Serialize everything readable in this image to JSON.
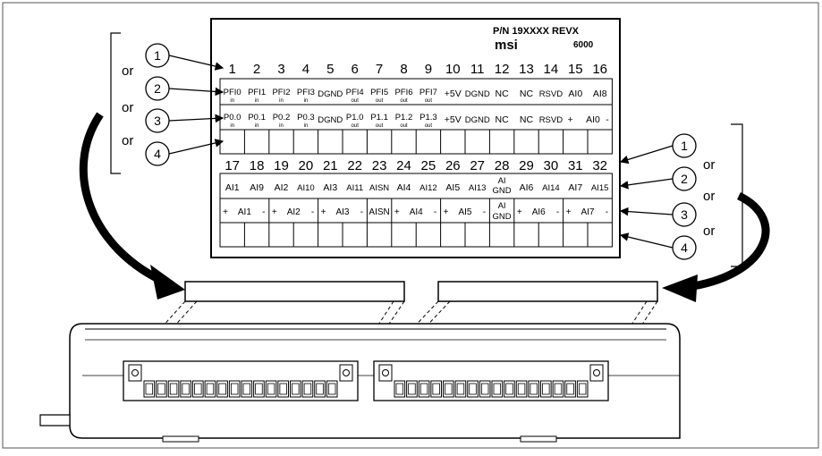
{
  "label": {
    "part_number": "P/N 19XXXX REVX",
    "brand": "msi",
    "model": "6000"
  },
  "left_callouts": [
    "1",
    "2",
    "3",
    "4"
  ],
  "right_callouts": [
    "1",
    "2",
    "3",
    "4"
  ],
  "or_word": "or",
  "top_pins": [
    "1",
    "2",
    "3",
    "4",
    "5",
    "6",
    "7",
    "8",
    "9",
    "10",
    "11",
    "12",
    "13",
    "14",
    "15",
    "16"
  ],
  "top_row2": [
    {
      "t": "PFI0",
      "s": "in"
    },
    {
      "t": "PFI1",
      "s": "in"
    },
    {
      "t": "PFI2",
      "s": "in"
    },
    {
      "t": "PFI3",
      "s": "in"
    },
    {
      "t": "DGND",
      "s": ""
    },
    {
      "t": "PFI4",
      "s": "out"
    },
    {
      "t": "PFI5",
      "s": "out"
    },
    {
      "t": "PFI6",
      "s": "out"
    },
    {
      "t": "PFI7",
      "s": "out"
    },
    {
      "t": "+5V",
      "s": ""
    },
    {
      "t": "DGND",
      "s": ""
    },
    {
      "t": "NC",
      "s": ""
    },
    {
      "t": "NC",
      "s": ""
    },
    {
      "t": "RSVD",
      "s": ""
    },
    {
      "t": "AI0",
      "s": ""
    },
    {
      "t": "AI8",
      "s": ""
    }
  ],
  "top_row3": [
    {
      "t": "P0.0",
      "s": "in"
    },
    {
      "t": "P0.1",
      "s": "in"
    },
    {
      "t": "P0.2",
      "s": "in"
    },
    {
      "t": "P0.3",
      "s": "in"
    },
    {
      "t": "DGND",
      "s": ""
    },
    {
      "t": "P1.0",
      "s": "out"
    },
    {
      "t": "P1.1",
      "s": "out"
    },
    {
      "t": "P1.2",
      "s": "out"
    },
    {
      "t": "P1.3",
      "s": "out"
    },
    {
      "t": "+5V",
      "s": ""
    },
    {
      "t": "DGND",
      "s": ""
    },
    {
      "t": "NC",
      "s": ""
    },
    {
      "t": "NC",
      "s": ""
    },
    {
      "t": "RSVD",
      "s": ""
    },
    {
      "t": "+",
      "s": ""
    },
    {
      "t": "AI0",
      "s": ""
    },
    {
      "t": "-",
      "s": ""
    }
  ],
  "bottom_pins": [
    "17",
    "18",
    "19",
    "20",
    "21",
    "22",
    "23",
    "24",
    "25",
    "26",
    "27",
    "28",
    "29",
    "30",
    "31",
    "32"
  ],
  "bottom_row2": [
    "AI1",
    "AI9",
    "AI2",
    "AI10",
    "AI3",
    "AI11",
    "AISN",
    "AI4",
    "AI12",
    "AI5",
    "AI13",
    "AI GND",
    "AI6",
    "AI14",
    "AI7",
    "AI15"
  ],
  "bottom_row3": [
    {
      "plus": "+",
      "name": "AI1",
      "minus": "-"
    },
    {
      "plus": "+",
      "name": "AI2",
      "minus": "-"
    },
    {
      "plus": "+",
      "name": "AI3",
      "minus": "-"
    },
    {
      "plus": "",
      "name": "AISN",
      "minus": ""
    },
    {
      "plus": "+",
      "name": "AI4",
      "minus": "-"
    },
    {
      "plus": "+",
      "name": "AI5",
      "minus": "-"
    },
    {
      "plus": "",
      "name": "AI GND",
      "minus": ""
    },
    {
      "plus": "+",
      "name": "AI6",
      "minus": "-"
    },
    {
      "plus": "+",
      "name": "AI7",
      "minus": "-"
    }
  ],
  "colors": {
    "line": "#000000",
    "device_fill": "#ffffff",
    "frame": "#555555"
  }
}
